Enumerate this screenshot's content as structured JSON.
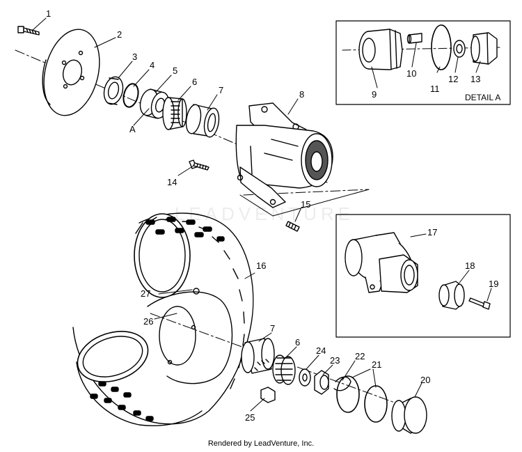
{
  "callouts": [
    "1",
    "2",
    "3",
    "4",
    "5",
    "6",
    "7",
    "8",
    "9",
    "10",
    "11",
    "12",
    "13",
    "14",
    "15",
    "16",
    "17",
    "18",
    "19",
    "20",
    "21",
    "22",
    "23",
    "24",
    "25",
    "26",
    "27",
    "7",
    "6"
  ],
  "ref_label": "A",
  "detail_label": "DETAIL A",
  "watermark": "LEADVENTURE",
  "footer": "Rendered by LeadVenture, Inc."
}
